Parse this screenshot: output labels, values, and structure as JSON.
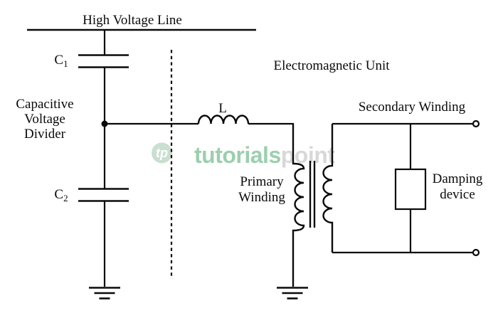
{
  "diagram": {
    "title_top": "High Voltage Line",
    "labels": {
      "capacitor1": {
        "base": "C",
        "sub": "1"
      },
      "capacitor2": {
        "base": "C",
        "sub": "2"
      },
      "divider": {
        "lines": [
          "Capacitive",
          "Voltage",
          "Divider"
        ]
      },
      "em_unit": "Electromagnetic Unit",
      "inductor": "L",
      "secondary_winding": "Secondary Winding",
      "primary_winding": {
        "lines": [
          "Primary",
          "Winding"
        ]
      },
      "damping_device": {
        "lines": [
          "Damping",
          "device"
        ]
      }
    },
    "colors": {
      "line": "#0a0a0a",
      "text": "#0a0a0a",
      "background": "#ffffff"
    }
  },
  "watermark": {
    "logo_glyph": "tp",
    "brand_green": "tutorials",
    "brand_gray": "point",
    "colors": {
      "green": "#9ccfae",
      "gray": "#d8d8d8",
      "logo_bg": "#c9dfd0"
    }
  }
}
